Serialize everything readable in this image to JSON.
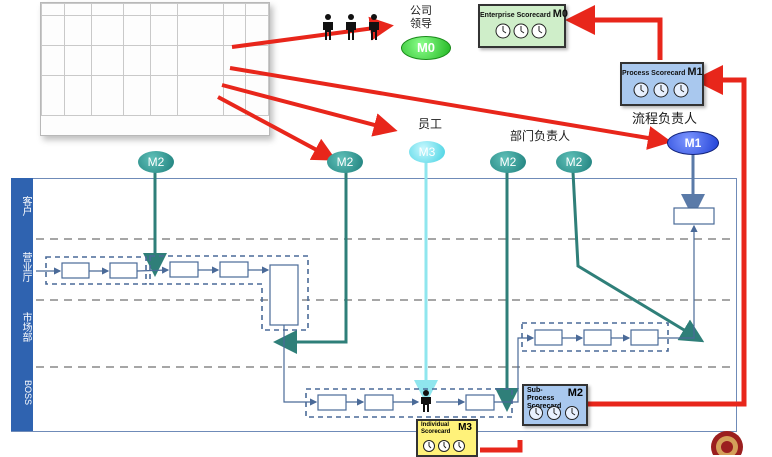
{
  "labels": {
    "company_leaders": "公司\n领导",
    "employees": "员工",
    "dept_head": "部门负责人",
    "process_owner": "流程负责人"
  },
  "lanes": [
    "客户",
    "营业厅",
    "市场部",
    "BOSS"
  ],
  "badges": {
    "m0": "M0",
    "m1": "M1",
    "m2": "M2",
    "m3": "M3"
  },
  "scorecards": {
    "enterprise": {
      "title": "Enterprise Scorecard",
      "level": "M0"
    },
    "process": {
      "title": "Process Scorecard",
      "level": "M1"
    },
    "subprocess": {
      "title": "Sub-Process Scorecard",
      "level": "M2"
    },
    "individual": {
      "title": "Individual Scorecard",
      "level": "M3"
    }
  },
  "colors": {
    "arrow_red": "#e8261b",
    "badge_teal": "#1c7d7a",
    "badge_green": "#2ecc2e",
    "badge_cyan": "#3fd0e0",
    "badge_blue": "#1f3fd6",
    "lane_header": "#2f63b0",
    "connector": "#2f7f79",
    "flow_line": "#5a7aa8"
  }
}
